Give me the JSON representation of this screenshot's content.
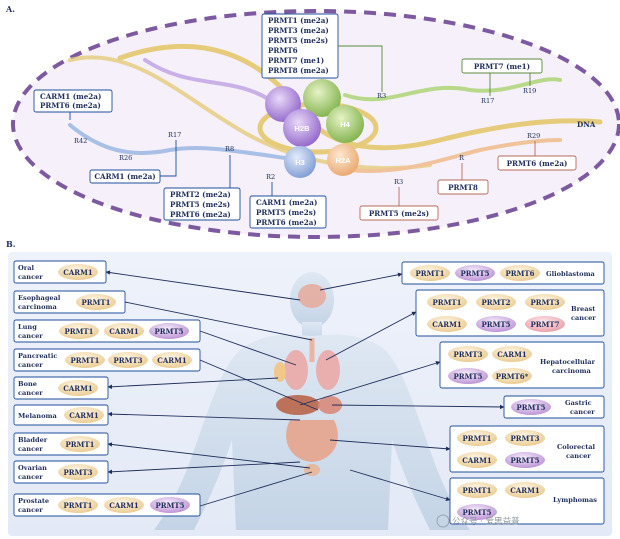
{
  "panel_a": {
    "label": "A.",
    "dna_label": "DNA",
    "histones": {
      "h2b": "H2B",
      "h4": "H4",
      "h3": "H3",
      "h2a": "H2A"
    },
    "top_box": [
      "PRMT1 (me2a)",
      "PRMT3 (me2a)",
      "PRMT5 (me2s)",
      "PRMT6",
      "PRMT7 (me1)",
      "PRMT8 (me2a)"
    ],
    "sites": {
      "r3_top": "R3",
      "r17_right": "R17",
      "r19": "R19",
      "r29": "R29",
      "r_h2a": "R",
      "r3_bottom": "R3",
      "r42": "R42",
      "r26": "R26",
      "r17_left": "R17",
      "r8": "R8",
      "r2": "R2"
    },
    "left_box": [
      "CARM1 (me2a)",
      "PRMT6 (me2a)"
    ],
    "carm1_box": "CARM1 (me2a)",
    "mid_box": [
      "PRMT2 (me2a)",
      "PRMT5 (me2s)",
      "PRMT6 (me2a)"
    ],
    "bottom_box": [
      "CARM1 (me2a)",
      "PRMT5 (me2s)",
      "PRMT6 (me2a)"
    ],
    "prmt7_box": "PRMT7 (me1)",
    "prmt6_box": "PRMT6 (me2a)",
    "prmt8_box": "PRMT8",
    "prmt5_box": "PRMT5 (me2s)"
  },
  "panel_b": {
    "label": "B.",
    "left": [
      {
        "name": [
          "Oral",
          "cancer"
        ],
        "enzymes": [
          "CARM1"
        ]
      },
      {
        "name": [
          "Esophageal",
          "carcinoma"
        ],
        "enzymes": [
          "PRMT1"
        ]
      },
      {
        "name": [
          "Lung",
          "cancer"
        ],
        "enzymes": [
          "PRMT1",
          "CARM1",
          "PRMT5"
        ]
      },
      {
        "name": [
          "Pancreatic",
          "cancer"
        ],
        "enzymes": [
          "PRMT1",
          "PRMT3",
          "CARM1"
        ]
      },
      {
        "name": [
          "Bone",
          "cancer"
        ],
        "enzymes": [
          "CARM1"
        ]
      },
      {
        "name": [
          "Melanoma"
        ],
        "enzymes": [
          "CARM1"
        ]
      },
      {
        "name": [
          "Bladder",
          "cancer"
        ],
        "enzymes": [
          "PRMT1"
        ]
      },
      {
        "name": [
          "Ovarian",
          "cancer"
        ],
        "enzymes": [
          "PRMT3"
        ]
      },
      {
        "name": [
          "Prostate",
          "cancer"
        ],
        "enzymes": [
          "PRMT1",
          "CARM1",
          "PRMT5"
        ]
      }
    ],
    "right": [
      {
        "name": [
          "Glioblastoma"
        ],
        "enzymes": [
          "PRMT1",
          "PRMT5",
          "PRMT6"
        ]
      },
      {
        "name": [
          "Breast",
          "cancer"
        ],
        "enzymes": [
          "PRMT1",
          "PRMT2",
          "PRMT3",
          "CARM1",
          "PRMT5",
          "PRMT7"
        ]
      },
      {
        "name": [
          "Hepatocellular",
          "carcinoma"
        ],
        "enzymes": [
          "PRMT3",
          "CARM1",
          "PRMT5",
          "PRMT6*"
        ]
      },
      {
        "name": [
          "Gastric",
          "cancer"
        ],
        "enzymes": [
          "PRMT5"
        ]
      },
      {
        "name": [
          "Colorectal",
          "cancer"
        ],
        "enzymes": [
          "PRMT1",
          "PRMT3",
          "CARM1",
          "PRMT5"
        ]
      },
      {
        "name": [
          "Lymphomas"
        ],
        "enzymes": [
          "PRMT1",
          "CARM1",
          "PRMT5"
        ]
      }
    ],
    "watermark": "公众号 · 爱思益普"
  },
  "colors": {
    "navy": "#1f2e5a",
    "border": "#1f4f9a",
    "pill_tan": "#f3d9a8",
    "pill_purple": "#d7b6e6",
    "pill_pink": "#f2b8c0",
    "dna": "#e4c978",
    "ellipse_fill": "#f4eef8",
    "ellipse_dash": "#8b6fa8"
  }
}
